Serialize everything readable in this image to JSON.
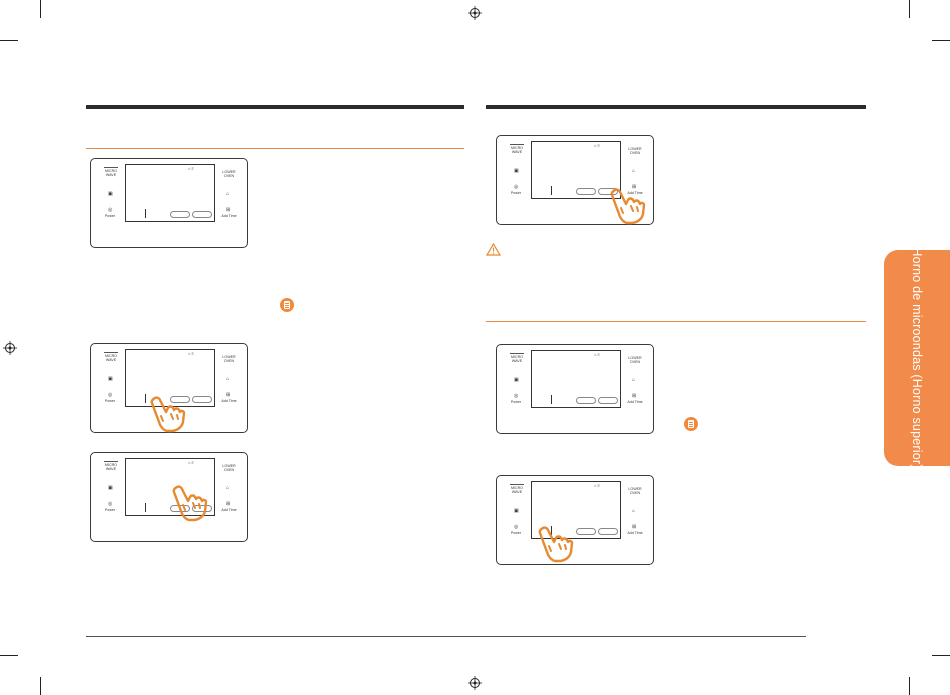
{
  "side_tab": {
    "label": "Horno de microondas (Horno superior)"
  },
  "panel": {
    "left_top_label": "MICRO\nWAVE",
    "right_top_label": "LOWER\nOVEN",
    "left_bottom_label": "Power",
    "right_bottom_label": "Add Time",
    "status_icons": "⌂ ≡"
  },
  "icons": {
    "warning": "⚠",
    "registration_mark": "crosshair-circle",
    "note": "note-page",
    "hand": "pointing-hand"
  },
  "colors": {
    "accent": "#f28a4a",
    "section_bar": "#2b2b2b",
    "hand": "#e8892f"
  }
}
